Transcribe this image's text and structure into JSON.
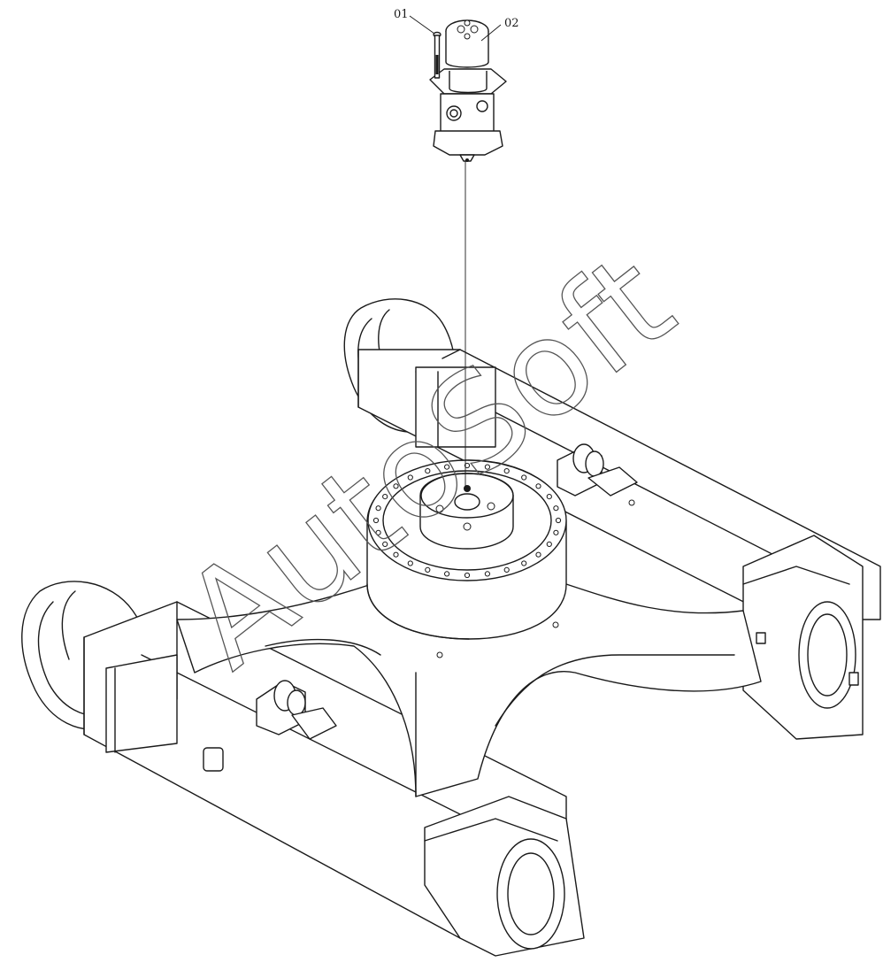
{
  "callouts": {
    "part_01": "01",
    "part_02": "02"
  },
  "watermark": "AutoSoft",
  "colors": {
    "line": "#1a1a1a",
    "background": "#ffffff"
  }
}
